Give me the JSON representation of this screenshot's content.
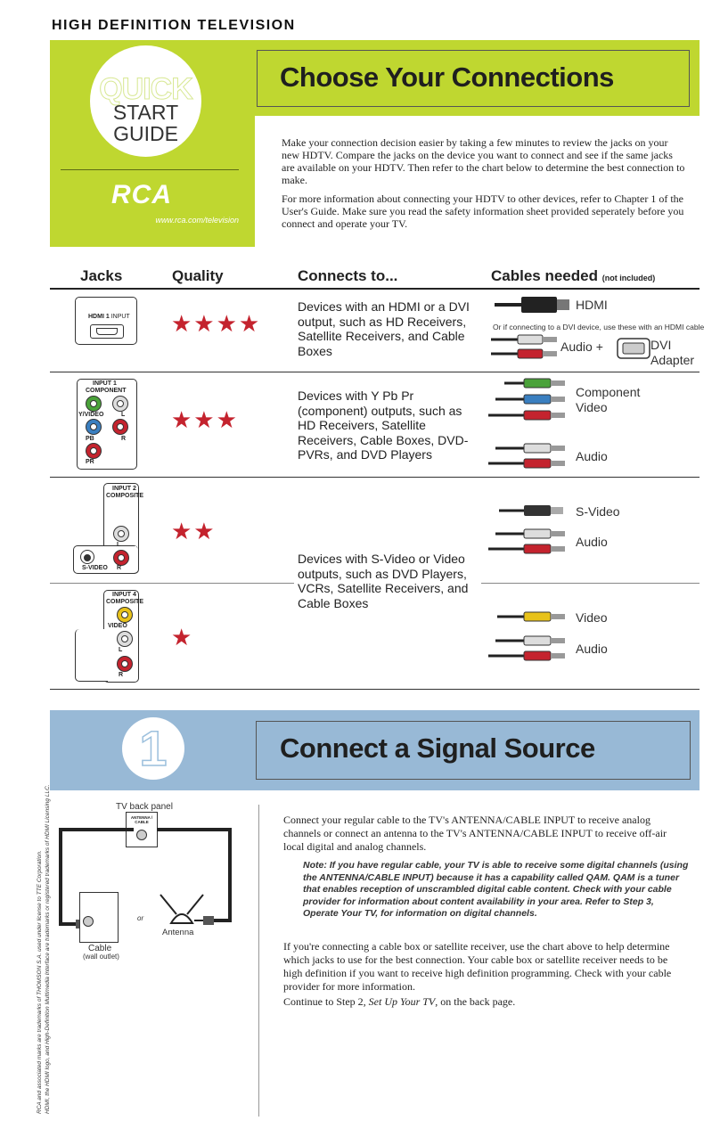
{
  "header": {
    "title": "HIGH DEFINITION TELEVISION"
  },
  "badge": {
    "line1": "QUICK",
    "line2": "START",
    "line3": "GUIDE",
    "brand": "RCA",
    "url": "www.rca.com/television"
  },
  "section_connections": {
    "title": "Choose Your Connections",
    "intro1": "Make your connection decision easier by taking a few minutes to review the jacks on your new HDTV. Compare the jacks on the device you want to connect and see if the same jacks are available on your HDTV. Then refer to the chart below to determine the best connection to make.",
    "intro2": "For more information about connecting your HDTV to other devices, refer to Chapter 1 of the User's Guide. Make sure you read the safety information sheet provided seperately before you connect and operate your TV."
  },
  "table": {
    "headers": {
      "jacks": "Jacks",
      "quality": "Quality",
      "connects": "Connects to...",
      "cables": "Cables needed",
      "cables_note": "(not included)"
    },
    "rows": [
      {
        "jack_label": "HDMI 1",
        "jack_sub": "INPUT",
        "stars": "★★★★",
        "connects": "Devices with an HDMI or a DVI output, such as HD Receivers, Satellite Receivers, and Cable Boxes",
        "cable1": "HDMI",
        "note": "Or if connecting to a DVI device, use these with an HDMI cable",
        "audio_plus": "Audio  +",
        "adapter": "DVI Adapter"
      },
      {
        "panel_title": "INPUT 1",
        "panel_sub": "COMPONENT",
        "labels": [
          "Y/VIDEO",
          "L",
          "PB",
          "R",
          "PR"
        ],
        "stars": "★★★",
        "connects": "Devices with Y Pb Pr (component) outputs, such as HD Receivers, Satellite Receivers, Cable Boxes, DVD-PVRs, and DVD Players",
        "cable1": "Component Video",
        "cable2": "Audio"
      },
      {
        "panel_title": "INPUT 2",
        "panel_sub": "COMPOSITE",
        "labels": [
          "L",
          "S-VIDEO",
          "R"
        ],
        "stars": "★★",
        "cable1": "S-Video",
        "cable2": "Audio"
      },
      {
        "panel_title": "INPUT 4",
        "panel_sub": "COMPOSITE",
        "labels": [
          "VIDEO",
          "L",
          "R"
        ],
        "stars": "★",
        "cable1": "Video",
        "cable2": "Audio"
      }
    ],
    "shared_connects": "Devices with S-Video or Video outputs, such as DVD Players, VCRs, Satellite Receivers, and Cable Boxes"
  },
  "section_signal": {
    "number": "1",
    "title": "Connect a Signal Source",
    "diagram": {
      "tv_back": "TV back panel",
      "antenna_input": "ANTENNA / CABLE",
      "or": "or",
      "antenna": "Antenna",
      "cable": "Cable",
      "wall": "(wall outlet)"
    },
    "p1": "Connect your regular cable to the TV's ANTENNA/CABLE INPUT to receive analog channels or connect an antenna to the TV's ANTENNA/CABLE INPUT to receive off-air local digital and analog channels.",
    "note": "Note: If you have regular cable, your TV is able to receive some digital channels (using the ANTENNA/CABLE INPUT) because it has a capability called QAM. QAM is a tuner that enables reception of unscrambled digital cable content. Check with your cable provider for information about content availability in your area. Refer to Step 3, Operate Your TV, for information on digital channels.",
    "p2": "If you're connecting a cable box or satellite receiver, use the chart above to help determine which jacks to use for the best connection. Your cable box or satellite receiver needs to be high definition if you want to receive high definition programming. Check with your cable provider for more information.",
    "p3_a": "Continue to Step 2, ",
    "p3_b": "Set Up Your TV",
    "p3_c": ", on the back page."
  },
  "legal": {
    "line1": "RCA and associated marks are trademarks of THOMSON S.A. used under license to TTE Corporation.",
    "line2": "HDMI, the HDMI logo, and High-Definition Multimedia Interface are trademarks or registered trademarks of HDMI Licensing LLC."
  },
  "colors": {
    "green": "#bfd730",
    "blue": "#98b9d6",
    "star": "#c4232e",
    "yellow": "#e8c21a",
    "cable_green": "#4aa23a",
    "cable_blue": "#3a7fc0",
    "cable_red": "#c4232e"
  }
}
